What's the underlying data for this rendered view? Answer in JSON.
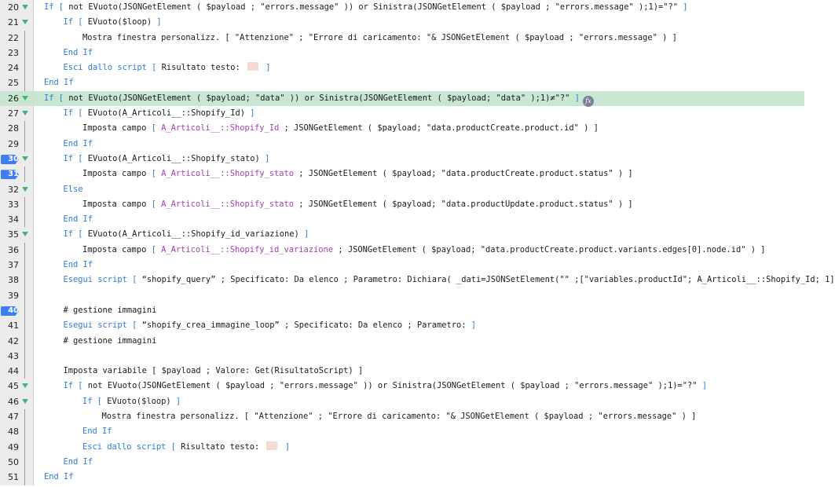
{
  "lines": [
    {
      "n": "20",
      "fold": true,
      "indent": 0,
      "parts": [
        [
          "kw",
          "If "
        ],
        [
          "br",
          "[ "
        ],
        [
          "t",
          "not EVuoto(JSONGetElement ( $payload ; \"errors.message\"  )) or Sinistra(JSONGetElement ( $payload ; \"errors.message\"  );1)=\"?\" "
        ],
        [
          "br",
          "]"
        ]
      ]
    },
    {
      "n": "21",
      "fold": true,
      "indent": 1,
      "parts": [
        [
          "kw",
          "If "
        ],
        [
          "br",
          "[ "
        ],
        [
          "t",
          "EVuoto($loop) "
        ],
        [
          "br",
          "]"
        ]
      ]
    },
    {
      "n": "22",
      "bar": true,
      "indent": 2,
      "parts": [
        [
          "t",
          "Mostra finestra personalizz. [ \"Attenzione\" ; \"Errore di caricamento: \"& JSONGetElement ( $payload ; \"errors.message\"  ) ]"
        ]
      ]
    },
    {
      "n": "23",
      "bar": true,
      "indent": 1,
      "parts": [
        [
          "kw",
          "End If"
        ]
      ]
    },
    {
      "n": "24",
      "bar": true,
      "indent": 1,
      "parts": [
        [
          "kw",
          "Esci dallo script "
        ],
        [
          "br",
          "[ "
        ],
        [
          "t",
          "Risultato testo: "
        ],
        [
          "empty",
          ""
        ],
        [
          "br",
          " ]"
        ]
      ]
    },
    {
      "n": "25",
      "bar": true,
      "indent": 0,
      "parts": [
        [
          "kw",
          "End If"
        ]
      ]
    },
    {
      "n": "26",
      "fold": true,
      "hl": true,
      "indent": 0,
      "parts": [
        [
          "kw",
          "If "
        ],
        [
          "br",
          "[ "
        ],
        [
          "t",
          "not EVuoto(JSONGetElement ( $payload; \"data\" )) or Sinistra(JSONGetElement ( $payload; \"data\" );1)≠\"?\" "
        ],
        [
          "br",
          "]"
        ],
        [
          "fx",
          "fx"
        ]
      ]
    },
    {
      "n": "27",
      "fold": true,
      "indent": 1,
      "parts": [
        [
          "kw",
          "If "
        ],
        [
          "br",
          "[ "
        ],
        [
          "t",
          "EVuoto(A_Articoli__::Shopify_Id) "
        ],
        [
          "br",
          "]"
        ]
      ]
    },
    {
      "n": "28",
      "bar": true,
      "indent": 2,
      "parts": [
        [
          "t",
          "Imposta campo "
        ],
        [
          "br",
          "[ "
        ],
        [
          "fld",
          "A_Articoli__::Shopify_Id"
        ],
        [
          "t",
          " ; JSONGetElement ( $payload; \"data.productCreate.product.id\" ) ]"
        ]
      ]
    },
    {
      "n": "29",
      "bar": true,
      "indent": 1,
      "parts": [
        [
          "kw",
          "End If"
        ]
      ]
    },
    {
      "n": "30",
      "fold": true,
      "bp": true,
      "indent": 1,
      "parts": [
        [
          "kw",
          "If "
        ],
        [
          "br",
          "[ "
        ],
        [
          "t",
          "EVuoto(A_Articoli__::Shopify_stato) "
        ],
        [
          "br",
          "]"
        ]
      ]
    },
    {
      "n": "31",
      "bar": true,
      "bp": true,
      "indent": 2,
      "parts": [
        [
          "t",
          "Imposta campo "
        ],
        [
          "br",
          "[ "
        ],
        [
          "fld",
          "A_Articoli__::Shopify_stato"
        ],
        [
          "t",
          " ; JSONGetElement ( $payload; \"data.productCreate.product.status\" ) ]"
        ]
      ]
    },
    {
      "n": "32",
      "fold": true,
      "indent": 1,
      "parts": [
        [
          "kw",
          "Else"
        ]
      ]
    },
    {
      "n": "33",
      "bar": true,
      "indent": 2,
      "parts": [
        [
          "t",
          "Imposta campo "
        ],
        [
          "br",
          "[ "
        ],
        [
          "fld",
          "A_Articoli__::Shopify_stato"
        ],
        [
          "t",
          " ; JSONGetElement ( $payload; \"data.productUpdate.product.status\" ) ]"
        ]
      ]
    },
    {
      "n": "34",
      "bar": true,
      "indent": 1,
      "parts": [
        [
          "kw",
          "End If"
        ]
      ]
    },
    {
      "n": "35",
      "fold": true,
      "indent": 1,
      "parts": [
        [
          "kw",
          "If "
        ],
        [
          "br",
          "[ "
        ],
        [
          "t",
          "EVuoto(A_Articoli__::Shopify_id_variazione) "
        ],
        [
          "br",
          "]"
        ]
      ]
    },
    {
      "n": "36",
      "bar": true,
      "indent": 2,
      "parts": [
        [
          "t",
          "Imposta campo "
        ],
        [
          "br",
          "[ "
        ],
        [
          "fld",
          "A_Articoli__::Shopify_id_variazione"
        ],
        [
          "t",
          " ; JSONGetElement ( $payload; \"data.productCreate.product.variants.edges[0].node.id\" ) ]"
        ]
      ]
    },
    {
      "n": "37",
      "bar": true,
      "indent": 1,
      "parts": [
        [
          "kw",
          "End If"
        ]
      ]
    },
    {
      "n": "38",
      "bar": true,
      "indent": 1,
      "parts": [
        [
          "kw",
          "Esegui script "
        ],
        [
          "br",
          "[ "
        ],
        [
          "t",
          "“shopify_query” ; Specificato: Da elenco ; Parametro: Dichiara( _dati=JSONSetElement(\"\" ;[\"variables.productId\"; A_Articoli__::Shopify_Id; 1]"
        ]
      ]
    },
    {
      "n": "39",
      "bar": true,
      "indent": 1,
      "parts": []
    },
    {
      "n": "40",
      "bar": true,
      "bp": true,
      "indent": 1,
      "parts": [
        [
          "t",
          "# gestione immagini"
        ]
      ]
    },
    {
      "n": "41",
      "bar": true,
      "indent": 1,
      "parts": [
        [
          "kw",
          "Esegui script "
        ],
        [
          "br",
          "[ "
        ],
        [
          "t",
          "“shopify_crea_immagine_loop” ; Specificato: Da elenco ; Parametro:    "
        ],
        [
          "br",
          "]"
        ]
      ]
    },
    {
      "n": "42",
      "bar": true,
      "indent": 1,
      "parts": [
        [
          "t",
          "# gestione immagini"
        ]
      ]
    },
    {
      "n": "43",
      "bar": true,
      "indent": 1,
      "parts": []
    },
    {
      "n": "44",
      "bar": true,
      "indent": 1,
      "parts": [
        [
          "t",
          "Imposta variabile [ $payload ; Valore: Get(RisultatoScript) ]"
        ]
      ]
    },
    {
      "n": "45",
      "fold": true,
      "indent": 1,
      "parts": [
        [
          "kw",
          "If "
        ],
        [
          "br",
          "[ "
        ],
        [
          "t",
          "not EVuoto(JSONGetElement ( $payload ; \"errors.message\"  )) or Sinistra(JSONGetElement ( $payload ; \"errors.message\"  );1)=\"?\" "
        ],
        [
          "br",
          "]"
        ]
      ]
    },
    {
      "n": "46",
      "fold": true,
      "indent": 2,
      "parts": [
        [
          "kw",
          "If "
        ],
        [
          "br",
          "[ "
        ],
        [
          "t",
          "EVuoto($loop) "
        ],
        [
          "br",
          "]"
        ]
      ]
    },
    {
      "n": "47",
      "bar": true,
      "indent": 3,
      "parts": [
        [
          "t",
          "Mostra finestra personalizz. [ \"Attenzione\" ; \"Errore di caricamento: \"& JSONGetElement ( $payload ; \"errors.message\"  ) ]"
        ]
      ]
    },
    {
      "n": "48",
      "bar": true,
      "indent": 2,
      "parts": [
        [
          "kw",
          "End If"
        ]
      ]
    },
    {
      "n": "49",
      "bar": true,
      "indent": 2,
      "parts": [
        [
          "kw",
          "Esci dallo script "
        ],
        [
          "br",
          "[ "
        ],
        [
          "t",
          "Risultato testo: "
        ],
        [
          "empty",
          ""
        ],
        [
          "br",
          " ]"
        ]
      ]
    },
    {
      "n": "50",
      "bar": true,
      "indent": 1,
      "parts": [
        [
          "kw",
          "End If"
        ]
      ]
    },
    {
      "n": "51",
      "bar": true,
      "indent": 0,
      "parts": [
        [
          "kw",
          "End If"
        ]
      ]
    }
  ]
}
